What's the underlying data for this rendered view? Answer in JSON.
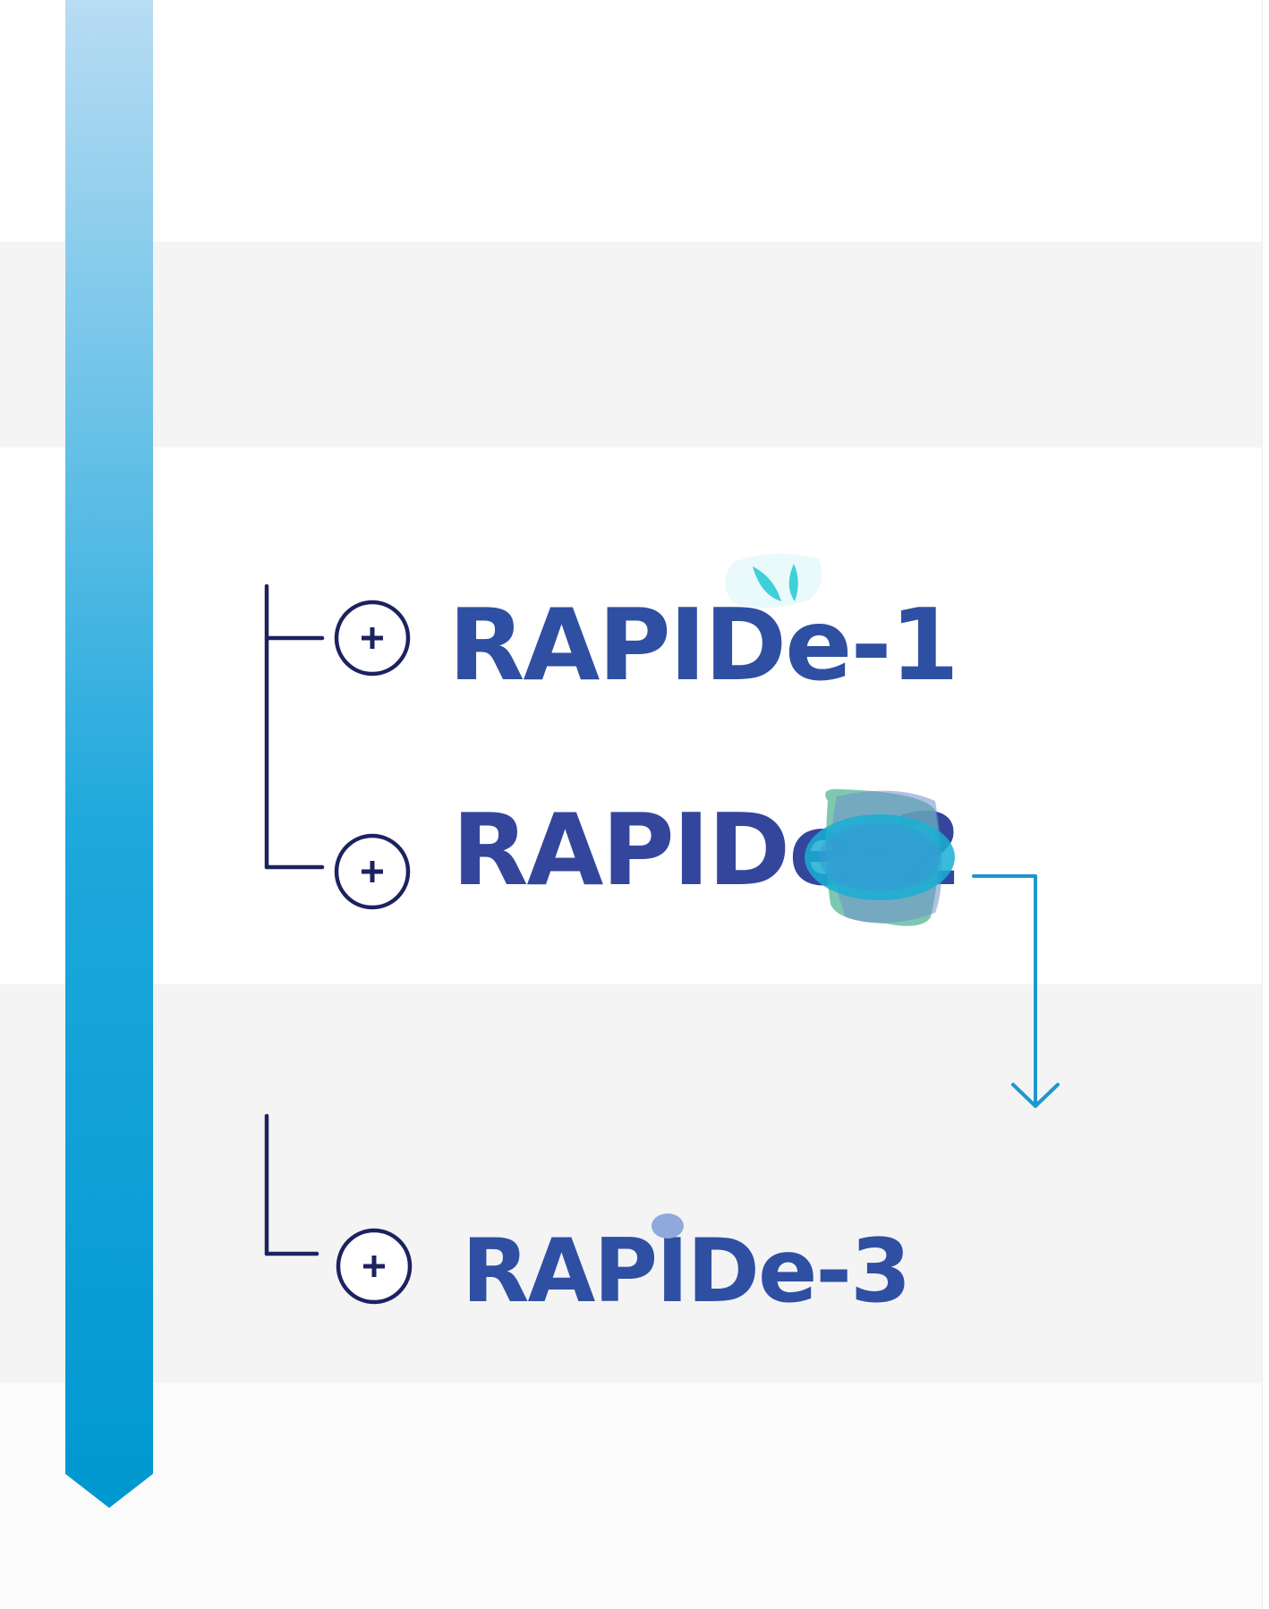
{
  "steps": [
    {
      "id": "rapide-1",
      "label": "RAPIDe-1"
    },
    {
      "id": "rapide-2",
      "label": "RAPIDe-2"
    },
    {
      "id": "rapide-3",
      "label": "RAPIDe-3"
    }
  ],
  "colors": {
    "timeline_top": "#b8dcf3",
    "timeline_bottom": "#0098d0",
    "connector": "#1c2260",
    "arrow": "#1c97cf",
    "wordmark": "#2f4fa2",
    "grey_band": "#f4f4f5",
    "leaf_teal": "#3fcfd8",
    "rapide2_green": "#5ab99a",
    "rapide2_blue": "#6e8fcd",
    "rapide3_dot": "#8fa9dc"
  },
  "icons": {
    "expand": "plus-circle-icon",
    "timeline_arrow": "chevron-down-arrow",
    "flow_arrow": "down-arrow-icon"
  }
}
